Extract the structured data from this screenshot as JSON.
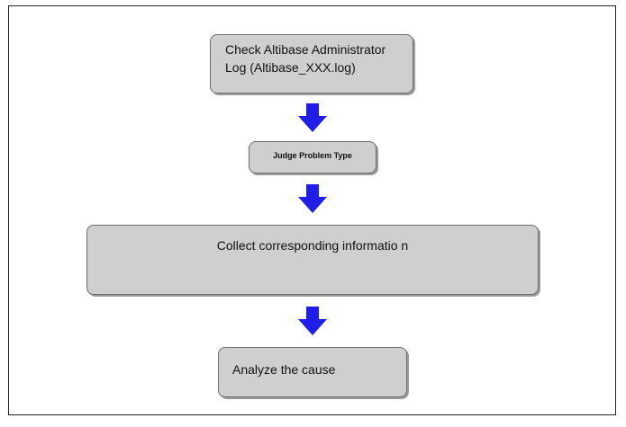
{
  "flowchart": {
    "steps": [
      {
        "label": "Check Altibase Administrator\nLog (Altibase_XXX.log)"
      },
      {
        "label": "Judge Problem Type"
      },
      {
        "label": "Collect corresponding informatio n"
      },
      {
        "label": "Analyze the cause"
      }
    ],
    "colors": {
      "box_fill": "#cfcfcf",
      "box_border": "#6e6e6e",
      "arrow": "#1e1ee8",
      "frame_border": "#222222"
    },
    "arrow_icon": "arrow-down-icon"
  }
}
